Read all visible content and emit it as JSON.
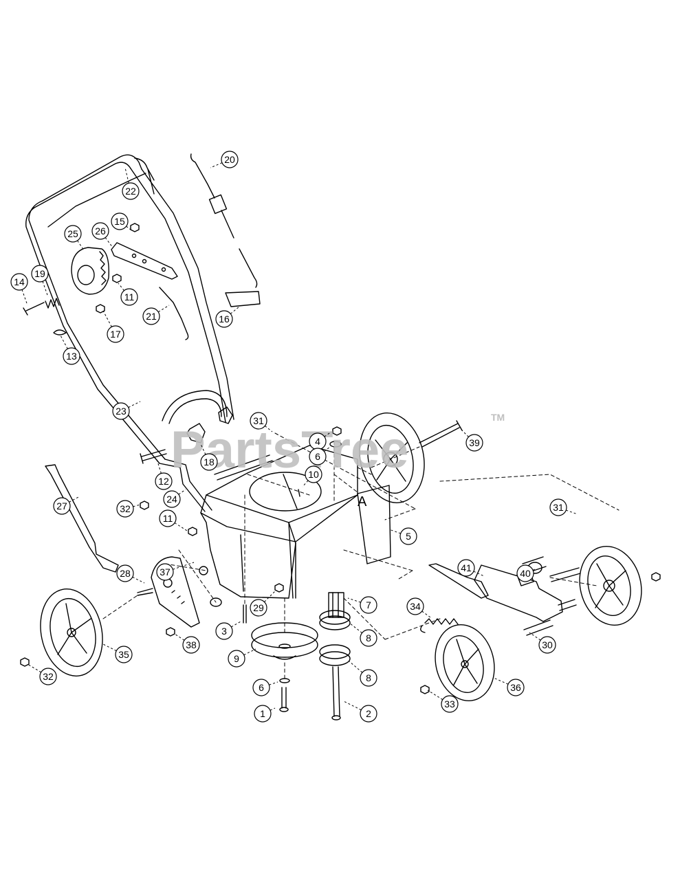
{
  "watermark": {
    "text": "PartsTree",
    "trademark": "TM"
  },
  "assembly_reference": "A",
  "callouts": [
    "1",
    "2",
    "3",
    "4",
    "5",
    "6",
    "6",
    "7",
    "8",
    "8",
    "9",
    "10",
    "11",
    "11",
    "12",
    "13",
    "14",
    "15",
    "16",
    "17",
    "18",
    "19",
    "20",
    "21",
    "22",
    "23",
    "24",
    "25",
    "26",
    "27",
    "28",
    "29",
    "30",
    "31",
    "31",
    "32",
    "32",
    "33",
    "34",
    "35",
    "36",
    "37",
    "38",
    "39",
    "40",
    "41"
  ],
  "colors": {
    "line": "#000000",
    "background": "#ffffff",
    "watermark": "#bfbfbf"
  }
}
